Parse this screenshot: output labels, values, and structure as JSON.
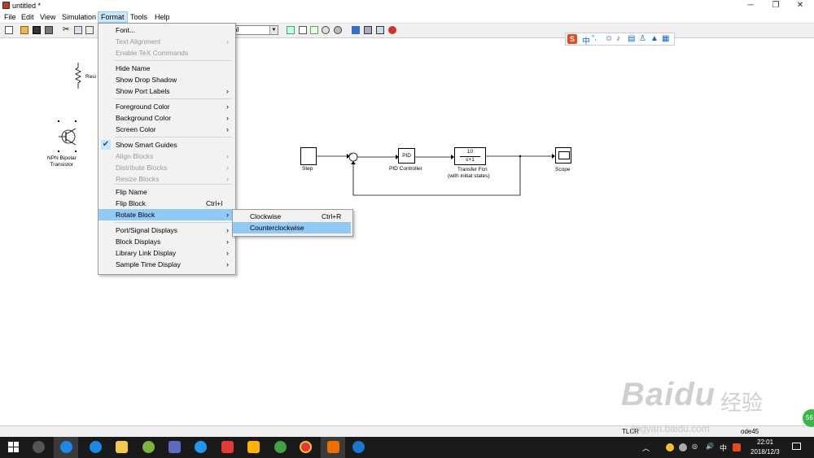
{
  "window": {
    "title": "untitled *",
    "minimize": "─",
    "maximize": "❐",
    "close": "✕"
  },
  "menubar": {
    "items": [
      "File",
      "Edit",
      "View",
      "Simulation",
      "Format",
      "Tools",
      "Help"
    ]
  },
  "toolbar": {
    "combo_value": "al"
  },
  "ime": {
    "lang": "中",
    "punct": "°,"
  },
  "model": {
    "library_blocks": [
      {
        "label": "Resi"
      },
      {
        "label": "NPN Bipolar\nTransistor"
      }
    ],
    "blocks": {
      "step": "Step",
      "sum_sign": "+-",
      "pid_text": "PID",
      "pid_label": "PID Controller",
      "tf_num": "10",
      "tf_den": "s+1",
      "tf_label1": "Transfer Fcn",
      "tf_label2": "(with initial states)",
      "scope": "Scope"
    }
  },
  "format_menu": {
    "items": [
      {
        "label": "Font...",
        "enabled": true
      },
      {
        "label": "Text Alignment",
        "enabled": false,
        "submenu": true
      },
      {
        "label": "Enable TeX Commands",
        "enabled": false
      },
      {
        "label": "Hide Name",
        "enabled": true
      },
      {
        "label": "Show Drop Shadow",
        "enabled": true
      },
      {
        "label": "Show Port Labels",
        "enabled": true,
        "submenu": true
      },
      {
        "label": "Foreground Color",
        "enabled": true,
        "submenu": true
      },
      {
        "label": "Background Color",
        "enabled": true,
        "submenu": true
      },
      {
        "label": "Screen Color",
        "enabled": true,
        "submenu": true
      },
      {
        "label": "Show Smart Guides",
        "enabled": true,
        "checked": true
      },
      {
        "label": "Align Blocks",
        "enabled": false,
        "submenu": true
      },
      {
        "label": "Distribute Blocks",
        "enabled": false,
        "submenu": true
      },
      {
        "label": "Resize Blocks",
        "enabled": false,
        "submenu": true
      },
      {
        "label": "Flip Name",
        "enabled": true
      },
      {
        "label": "Flip Block",
        "enabled": true,
        "shortcut": "Ctrl+I"
      },
      {
        "label": "Rotate Block",
        "enabled": true,
        "submenu": true,
        "highlighted": true
      },
      {
        "label": "Port/Signal Displays",
        "enabled": true,
        "submenu": true
      },
      {
        "label": "Block Displays",
        "enabled": true,
        "submenu": true
      },
      {
        "label": "Library Link Display",
        "enabled": true,
        "submenu": true
      },
      {
        "label": "Sample Time Display",
        "enabled": true,
        "submenu": true
      }
    ],
    "submenu_arrow": "›",
    "check_mark": "✔"
  },
  "rotate_submenu": {
    "items": [
      {
        "label": "Clockwise",
        "shortcut": "Ctrl+R",
        "highlighted": false
      },
      {
        "label": "Counterclockwise",
        "shortcut": "",
        "highlighted": true
      }
    ]
  },
  "statusbar": {
    "left": "TLCR",
    "right": "ode45"
  },
  "taskbar": {
    "tray_lang": "中",
    "time": "22:01",
    "date": "2018/12/3",
    "volume": "🔊",
    "chevron": "︿"
  },
  "watermark": {
    "logo": "Baidu",
    "cn": "经验",
    "url": "jingyan.baidu.com"
  },
  "badge": {
    "text": "56"
  },
  "colors": {
    "highlight": "#91c9f7",
    "menu_active": "#cce8ff",
    "taskbar": "#1a1a1a"
  }
}
